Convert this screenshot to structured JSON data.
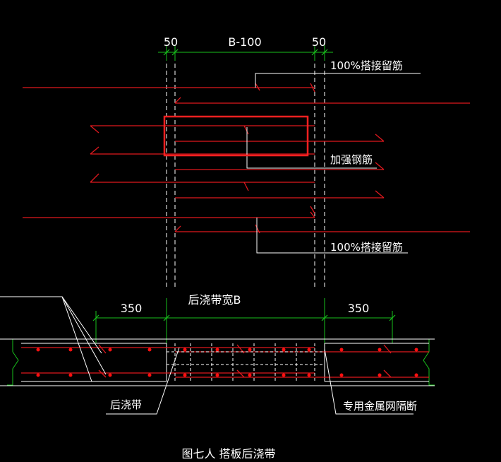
{
  "colors": {
    "background": "#000000",
    "rebar": "#e0181e",
    "dimension": "#19c01d",
    "line": "#ffffff",
    "highlight": "#ff2020",
    "dot": "#ff1010"
  },
  "plan": {
    "dim_left": "50",
    "dim_center": "B-100",
    "dim_right": "50",
    "label_top": "100%搭接留筋",
    "label_middle": "加强钢筋",
    "label_bottom": "100%搭接留筋"
  },
  "section": {
    "dim_left": "350",
    "dim_center": "后浇带宽B",
    "dim_right": "350",
    "label_left": "后浇带",
    "label_right": "专用金属网隔断"
  },
  "caption": "图七人  搭板后浇带"
}
